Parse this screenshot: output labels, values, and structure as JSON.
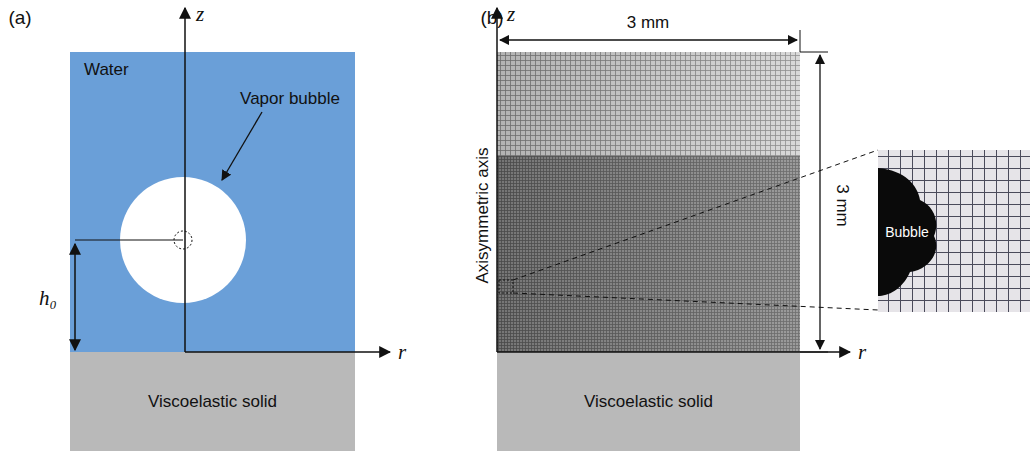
{
  "diagram": {
    "nodes": [
      {
        "text": [
          "Water"
        ]
      },
      {
        "text": [
          "Viscoelastic solid"
        ]
      },
      {
        "text": [
          "Viscoelastic solid"
        ]
      },
      {
        "text": [
          "Bubble"
        ]
      }
    ],
    "labels": [
      "(a)",
      "z",
      "r",
      "Vapor bubble",
      "h₀",
      "(b)",
      "z",
      "r",
      "3 mm",
      "3 mm",
      "Axisymmetric axis"
    ]
  }
}
